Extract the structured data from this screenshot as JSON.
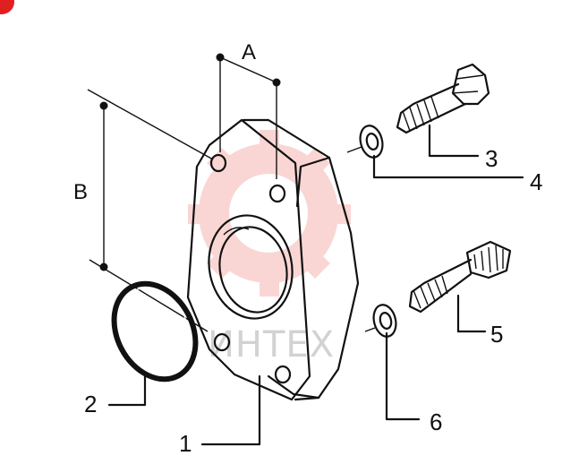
{
  "dimensions": {
    "a": "A",
    "b": "B"
  },
  "callouts": [
    {
      "number": "1",
      "part": "flange-plate"
    },
    {
      "number": "2",
      "part": "o-ring"
    },
    {
      "number": "3",
      "part": "bolt"
    },
    {
      "number": "4",
      "part": "lock-washer"
    },
    {
      "number": "5",
      "part": "bolt"
    },
    {
      "number": "6",
      "part": "lock-washer"
    }
  ],
  "watermark": {
    "text": "ИНТЕХ",
    "color": "#e8463a"
  },
  "colors": {
    "ink": "#111111",
    "background": "#ffffff",
    "corner_mark": "#e02020"
  }
}
